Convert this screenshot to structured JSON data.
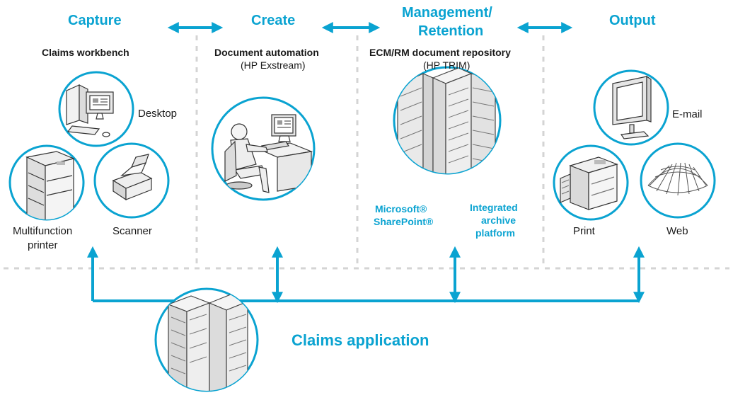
{
  "headers": {
    "capture": "Capture",
    "create": "Create",
    "management_line1": "Management/",
    "management_line2": "Retention",
    "output": "Output"
  },
  "subtitles": {
    "capture": "Claims workbench",
    "create": "Document automation",
    "create_sub": "(HP Exstream)",
    "management": "ECM/RM document repository",
    "management_sub": "(HP TRIM)"
  },
  "devices": {
    "desktop": "Desktop",
    "mfp_line1": "Multifunction",
    "mfp_line2": "printer",
    "scanner": "Scanner",
    "email": "E-mail",
    "print": "Print",
    "web": "Web"
  },
  "management_notes": {
    "sharepoint_line1": "Microsoft®",
    "sharepoint_line2": "SharePoint®",
    "archive_line1": "Integrated",
    "archive_line2": "archive",
    "archive_line3": "platform"
  },
  "bottom": {
    "claims_application": "Claims application"
  },
  "colors": {
    "accent": "#0aa3d1",
    "dashed": "#d4d4d4",
    "ink": "#1a1a1a"
  }
}
